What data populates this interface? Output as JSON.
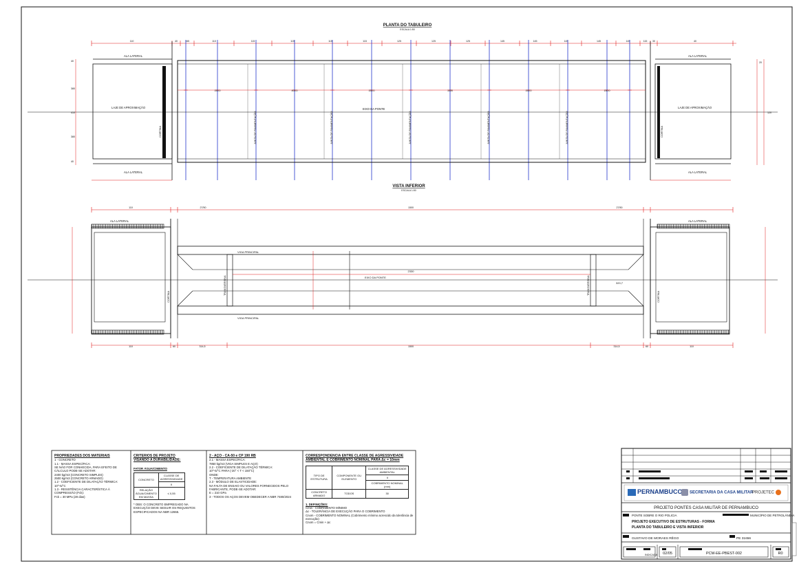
{
  "views": {
    "top": {
      "title": "PLANTA DO TABULEIRO",
      "scale": "ESCALA 1:50"
    },
    "bottom": {
      "title": "VISTA INFERIOR",
      "scale": "ESCALA 1:50"
    }
  },
  "labels": {
    "ala_lateral": "ALA LATERAL",
    "laje": "LAJE DE APROXIMAÇÃO",
    "eixo": "EIXO DA PONTE",
    "cortina": "CORTINA",
    "junta": "JUNTA DE PAVIMENTAÇÃO",
    "viga": "VIGA PRINCIPAL",
    "transversina": "TRANSVERSINA"
  },
  "top_dims": [
    "110",
    "40",
    "165",
    "110",
    "115",
    "115",
    "115",
    "115",
    "125",
    "125",
    "125",
    "145",
    "145",
    "145",
    "145",
    "145",
    "115",
    "30",
    "40",
    "110"
  ],
  "top_bays": [
    "150,0",
    "400,0",
    "150,0",
    "1000",
    "150,0",
    "150,0"
  ],
  "bottom_dims": {
    "top": [
      "110",
      "27/50",
      "1500",
      "27/50"
    ],
    "bottom": [
      "110",
      "60",
      "314,5",
      "1500",
      "314,5",
      "60",
      "110"
    ],
    "center": "2330",
    "right": "320,7"
  },
  "side_dims": [
    "40",
    "380",
    "410",
    "380",
    "40",
    "120",
    "20"
  ],
  "notes": {
    "n1": {
      "title": "PROPRIEDADES DOS MATERIAIS",
      "lines": [
        "1 - CONCRETO",
        "1.1 - MASSA ESPECÍFICA:",
        "SE NÃO FOR CONHECIDA, PARA EFEITO DE",
        "CÁLCULO PODE-SE ADOTAR:",
        "2400 kg/m3 (CONCRETO SIMPLES)",
        "2500 kg/m3 (CONCRETO ARMADO)",
        "1.2 - COEFICIENTE DE DILATAÇÃO TÉRMICA:",
        "10^-5/°C",
        "1.3 - RESISTÊNCIA CARACTERÍSTICA À",
        "COMPRESSÃO (Fck):",
        "Fck = 30 MPa (28 dias)"
      ]
    },
    "n2": {
      "title": "CRITÉRIOS DE PROJETO",
      "subtitle": "VISANDO A DURABILIDADE:",
      "table_title": "FATOR ÁGUA/CIMENTO",
      "col1": "CONCRETO",
      "col2": "CLASSE DE AGRESSIVIDADE",
      "col2b": "II",
      "row1": "RELAÇÃO ÁGUA/CIMENTO EM MASSA",
      "row1v": "≤ 0,55",
      "foot": "* OBS: O CONCRETO EMPREGADO NA EXECUÇÃO DEVE SEGUIR OS REQUISITOS ESPECIFICADOS NA NBR 12655."
    },
    "n3": {
      "title": "2 - AÇO - CA-50 e CP 190 RB",
      "lines": [
        "2.1 - MASSA ESPECÍFICA:",
        "7850 kg/m3 (VIGA SIMPLES E AÇO)",
        "2.2 - COEFICIENTE DE DILATAÇÃO TÉRMICA:",
        "10^-5/°C PARA (-20° < T < 150°C)",
        "ONDE:",
        "T - TEMPERATURA AMBIENTE",
        "2.3 - MÓDULO DE ELASTICIDADE:",
        "NA FALTA DE ENSAIO OU VALORES FORNECIDOS PELO FABRICANTE, PODE-SE ADOTAR:",
        "E = 210 GPa",
        "3 - TODOS OS AÇOS DEVEM OBEDECER A NBR 7480/2024"
      ]
    },
    "n4": {
      "title": "CORRESPONDÊNCIA ENTRE CLASSE DE AGRESSIVIDADE",
      "title2": "AMBIENTAL E COBRIMENTO NOMINAL PARA Δc = 10mm",
      "h1": "TIPO DE ESTRUTURA",
      "h2": "COMPONENTE OU ELEMENTO",
      "h3": "CLASSE DE AGRESSIVIDADE AMBIENTAL",
      "h3b": "II",
      "h4": "COBRIMENTO NOMINAL (mm)",
      "r1": "CONCRETO ARMADO",
      "r2": "TODOS",
      "r3": "30",
      "defs_title": "1. DEFINIÇÕES:",
      "defs": [
        "Cmin - COBRIMENTO MÍNIMO",
        "Δc - TOLERÂNCIA DE EXECUÇÃO PARA O COBRIMENTO",
        "Cnom - COBRIMENTO NOMINAL (Cobrimento mínimo acrescido da tolerância de execução)",
        "Cnom = Cmin + Δc"
      ]
    }
  },
  "title_block": {
    "logos": [
      "PERNAMBUCO",
      "SECRETARIA DA CASA MILITAR",
      "PROJETEC"
    ],
    "project": "PROJETO PONTES CASA MILITAR DE PERNAMBUCO",
    "location": "PONTE SOBRE O RIO POLICIA",
    "municipality": "MUNICÍPIO DE PETROLÂNDIA",
    "drawing_title": "PROJETO EXECUTIVO DE ESTRUTURAS - FORMA",
    "drawing_subtitle": "PLANTA DO TABULEIRO E VISTA INFERIOR",
    "engineer": "GUSTAVO DE MORAES RÊGO",
    "crea": "PE 31656",
    "scale": "INDICADA",
    "sheet": "02/05",
    "code": "PCM-EE-PBEST-002",
    "rev": "R0"
  },
  "colors": {
    "red": "#e01818",
    "blue": "#2233cc",
    "line": "#111111",
    "grey": "#555555"
  }
}
